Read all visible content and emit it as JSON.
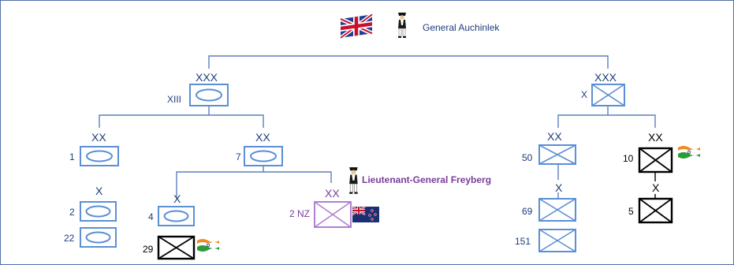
{
  "commanders": {
    "top": "General Auchinlek",
    "nz": "Lieutenant-General Freyberg"
  },
  "echelons": {
    "xxx": "XXX",
    "xx": "XX",
    "x": "X"
  },
  "units": {
    "xiii": "XIII",
    "right_corps": "X",
    "d1": "1",
    "d7": "7",
    "b2": "2",
    "b22": "22",
    "b4": "4",
    "nz2": "2 NZ",
    "b29": "29",
    "d50": "50",
    "d10": "10",
    "b69": "69",
    "b151": "151",
    "b5": "5"
  },
  "icons": {
    "uk_flag": "union-jack-flag-icon",
    "india_flag": "india-flag-icon",
    "nz_flag": "new-zealand-flag-icon",
    "officer": "officer-figure-icon"
  },
  "colors": {
    "line": "#5b7fc0",
    "text": "#1f3d7a",
    "nz_purple": "#7a3d9a",
    "frame": "#4f6fa8"
  }
}
